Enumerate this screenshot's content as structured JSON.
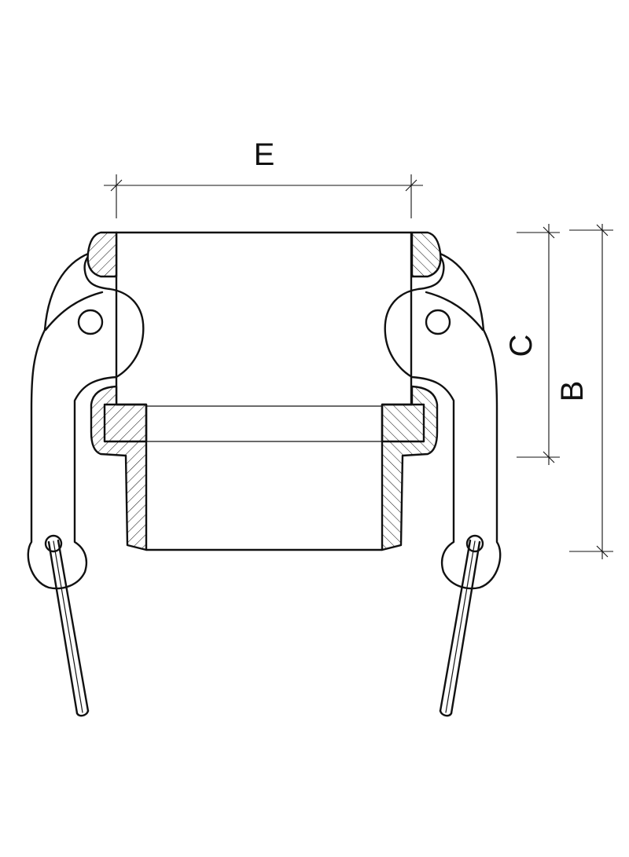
{
  "dimensions": {
    "e_label": "E",
    "c_label": "C",
    "b_label": "B"
  },
  "colors": {
    "line": "#111111",
    "background": "#ffffff"
  }
}
